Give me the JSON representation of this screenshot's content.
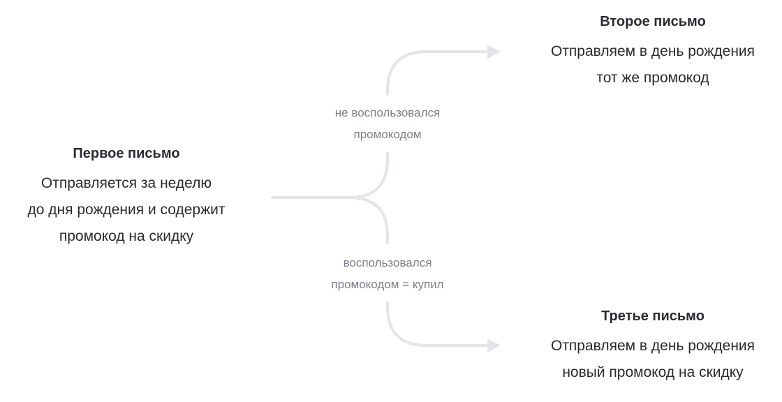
{
  "first": {
    "title": "Первое письмо",
    "lines": [
      "Отправляется за неделю",
      "до дня рождения и содержит",
      "промокод на скидку"
    ]
  },
  "second": {
    "title": "Второе письмо",
    "lines": [
      "Отправляем в день рождения",
      "тот же промокод"
    ]
  },
  "third": {
    "title": "Третье письмо",
    "lines": [
      "Отправляем в день рождения",
      "новый промокод на скидку"
    ]
  },
  "branches": {
    "not_used": [
      "не воспользовался",
      "промокодом"
    ],
    "used": [
      "воспользовался",
      "промокодом = купил"
    ]
  },
  "colors": {
    "line": "#e3e5ea",
    "text": "#2a2b31",
    "muted": "#7d7f88"
  }
}
